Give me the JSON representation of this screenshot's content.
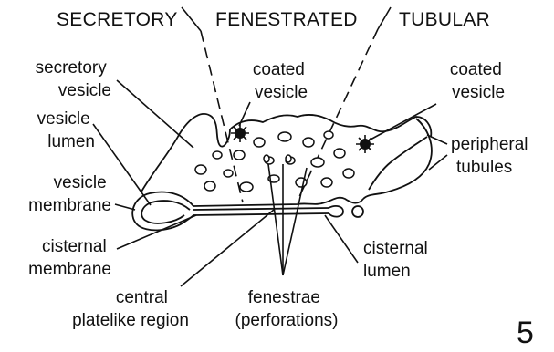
{
  "diagram": {
    "headers": {
      "secretory": "SECRETORY",
      "fenestrated": "FENESTRATED",
      "tubular": "TUBULAR"
    },
    "labels": {
      "secretory_vesicle": [
        "secretory",
        "vesicle"
      ],
      "vesicle_lumen": [
        "vesicle",
        "lumen"
      ],
      "vesicle_membrane": [
        "vesicle",
        "membrane"
      ],
      "cisternal_membrane": [
        "cisternal",
        "membrane"
      ],
      "central_platelike_region": [
        "central",
        "platelike region"
      ],
      "coated_vesicle_left": [
        "coated",
        "vesicle"
      ],
      "coated_vesicle_right": [
        "coated",
        "vesicle"
      ],
      "peripheral_tubules": [
        "peripheral",
        "tubules"
      ],
      "cisternal_lumen": [
        "cisternal",
        "lumen"
      ],
      "fenestrae": [
        "fenestrae",
        "(perforations)"
      ]
    },
    "figure_number": "5"
  }
}
